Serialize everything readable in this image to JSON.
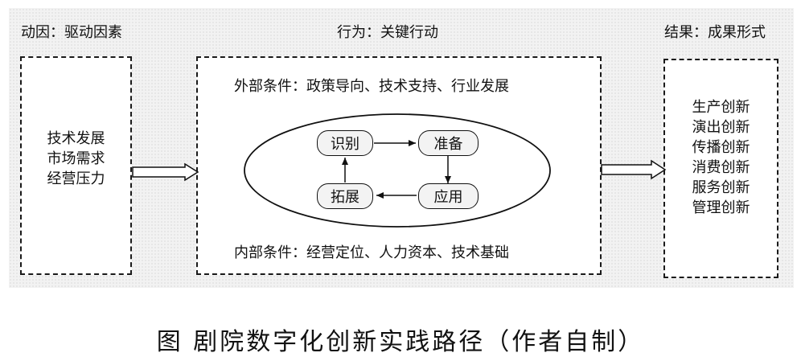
{
  "header": {
    "left": "动因：驱动因素",
    "center": "行为：关键行动",
    "right": "结果：成果形式"
  },
  "drivers": [
    "技术发展",
    "市场需求",
    "经营压力"
  ],
  "external_conditions": "外部条件：政策导向、技术支持、行业发展",
  "internal_conditions": "内部条件：经营定位、人力资本、技术基础",
  "cycle": {
    "identify": "识别",
    "prepare": "准备",
    "apply": "应用",
    "expand": "拓展"
  },
  "outcomes": [
    "生产创新",
    "演出创新",
    "传播创新",
    "消费创新",
    "服务创新",
    "管理创新"
  ],
  "caption": "图 剧院数字化创新实践路径（作者自制）"
}
